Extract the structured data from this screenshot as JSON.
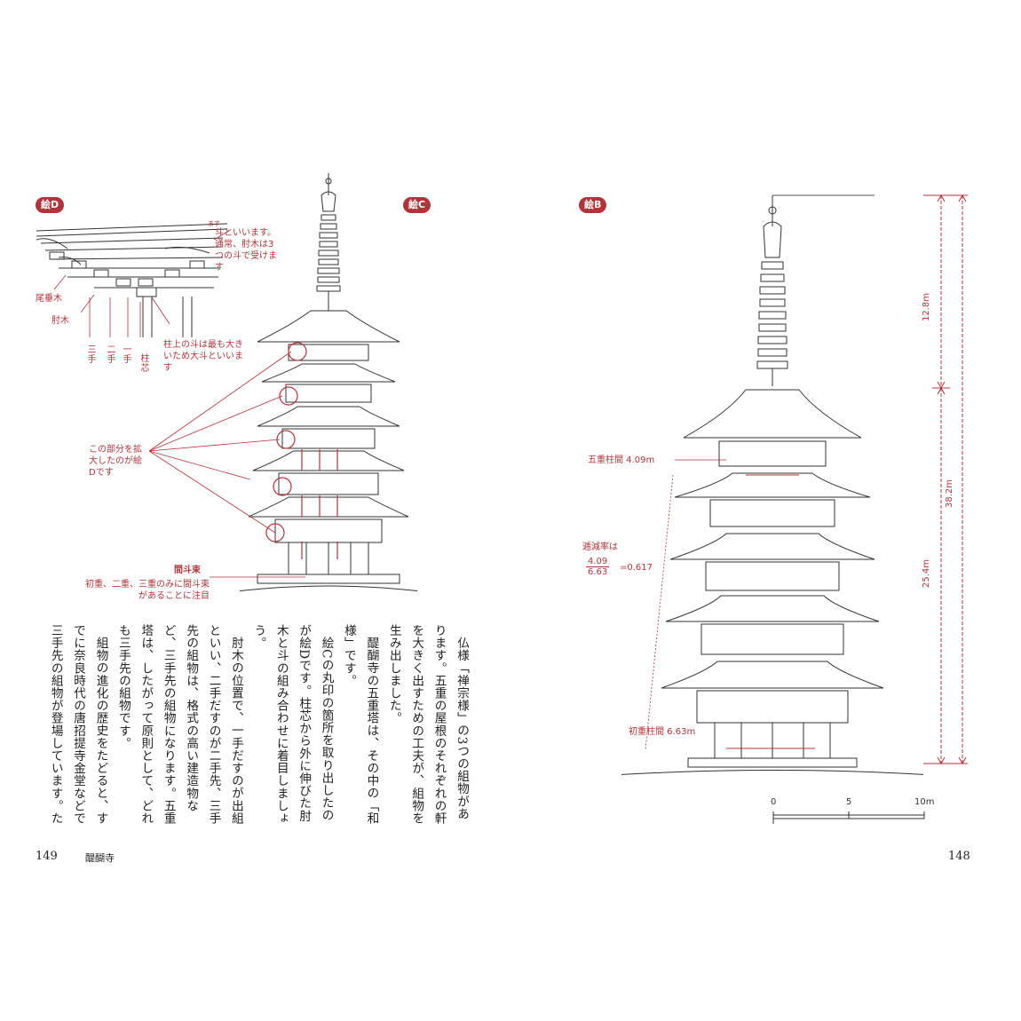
{
  "left_page": {
    "figure_d_badge": "絵D",
    "figure_c_badge": "絵C",
    "callout_masugumi": "斗といいます。通常、肘木は3つの斗で受けます",
    "callout_masugumi_ruby": "ます",
    "label_odaruki": "尾垂木",
    "label_hijiki": "肘木",
    "label_mitesaki": "三手",
    "label_futatesaki": "二手",
    "label_hitotesaki": "一手",
    "label_hashirashin": "柱芯",
    "callout_daito": "柱上の斗は最も大きいため大斗といいます",
    "callout_enlarge": "この部分を拡大したのが絵Dです",
    "label_kentogumi": "間斗束",
    "note_kentogumi": "初重、二重、三重のみに間斗束があることに注目",
    "body_paragraphs": [
      "仏様「禅宗様」の3つの組物があります。五重の屋根のそれぞれの軒を大きく出すための工夫が、組物を生み出しました。",
      "醍醐寺の五重塔は、その中の「和様」です。",
      "絵Cの丸印の箇所を取り出したのが絵Dです。柱芯から外に伸びた肘木と斗の組み合わせに着目しましょう。",
      "肘木の位置で、一手だすのが出組といい、二手だすのが二手先、三手先の組物は、格式の高い建造物など、三手先の組物になります。五重塔は、したがって原則として、どれも三手先の組物です。",
      "組物の進化の歴史をたどると、すでに奈良時代の唐招提寺金堂などで三手先の組物が登場しています。た"
    ],
    "folio": "149",
    "running_head": "醍醐寺"
  },
  "right_page": {
    "figure_b_badge": "絵B",
    "label_gojyu_bay": "五重柱間 4.09m",
    "label_teigen": "逓減率は",
    "fraction_numerator": "4.09",
    "fraction_denominator": "6.63",
    "fraction_result": "=0.617",
    "label_shoju_bay": "初重柱間 6.63m",
    "dim_spire": "12.8m",
    "dim_body": "25.4m",
    "dim_total": "38.2m",
    "scale_0": "0",
    "scale_5": "5",
    "scale_10": "10m",
    "folio": "148"
  },
  "colors": {
    "accent": "#b1343a",
    "ink": "#222222"
  }
}
